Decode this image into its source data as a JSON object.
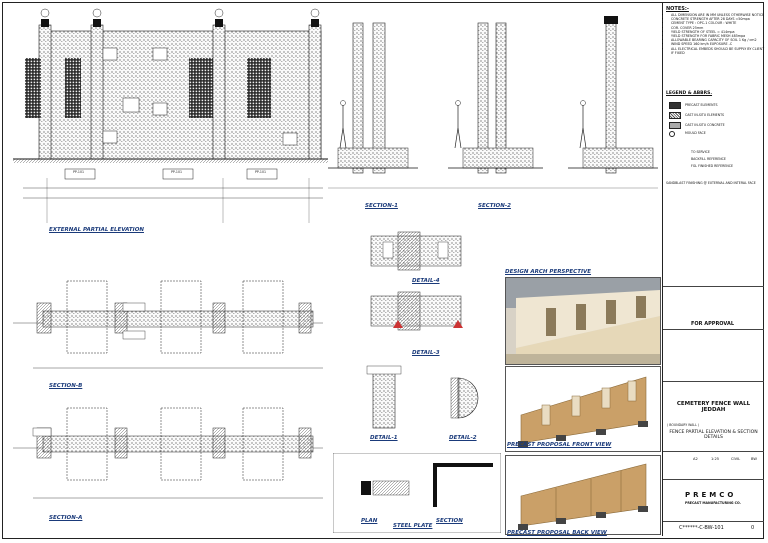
{
  "labels": {
    "external_partial_elevation": "EXTERNAL PARTIAL ELEVATION",
    "section_1": "SECTION-1",
    "section_2": "SECTION-2",
    "section_b": "SECTION-B",
    "section_a": "SECTION-A",
    "detail_4": "DETAIL-4",
    "detail_3": "DETAIL-3",
    "detail_1": "DETAIL-1",
    "detail_2": "DETAIL-2",
    "design_arch_perspective": "DESIGN ARCH PERSPECTIVE",
    "precast_front_view": "PRECAST PROPOSAL FRONT VIEW",
    "precast_back_view": "PRECAST PROPOSAL BACK VIEW",
    "plan": "PLAN",
    "steel_plate": "STEEL PLATE",
    "section": "SECTION",
    "pp_101": "PP-101"
  },
  "notes": {
    "title": "NOTES:-",
    "items": [
      "ALL DIMENSION ARE IN MM UNLESS OTHERWISE NOTICE",
      "CONCRETE STRENGTH AFTER 28 DAYS =50mpa",
      "CEMENT TYPE : OPC-1 COLOUR : WHITE",
      "COR. COVER 25mm",
      "YIELD STRENGTH OF STEEL = 414mpa",
      "YIELD STRENGTH FOR FABRIC MESH 485mpa",
      "ALLOWABLE BEARING CAPACITY OF SOIL 1 Kg / cm2",
      "WIND SPEED 160 km/h EXPOSURE -C",
      "ALL ELECTRICAL EMBEDS SHOULD BE SUPPLY BY CLIENT IF FIXED"
    ]
  },
  "legend": {
    "title": "LEGEND & ABBRS.",
    "items": [
      "PRECAST ELEMENTS",
      "CAST IN-SITU ELEMENTS",
      "CAST IN-SITU CONCRETE",
      "MOULD FACE"
    ],
    "levels": [
      "TO SERVICE",
      "BACKFILL REFERENCE",
      "FGL FINISHED REFERENCE"
    ],
    "sandblast": "SANDBLAST FINISHING @ EXTERNAL AND INTERAL FACE"
  },
  "title_block": {
    "status": "FOR APPROVAL",
    "project": "CEMETERY FENCE WALL JEDDAH",
    "drawing_title": "FENCE PARTIAL ELEVATION & SECTION DETAILS",
    "sheet_size": "A2",
    "scale": "1:25",
    "discipline": "CIVIL",
    "drawn": "BW",
    "company": "PREMCO",
    "company_sub": "PRECAST MANUFACTURING CO.",
    "drawing_no": "C******-C-BW-101",
    "revision": "0",
    "boundary": "( BOUNDARY WALL )"
  },
  "colors": {
    "ink": "#111111",
    "label_blue": "#1a3a7a",
    "concrete_hatch": "#8a8a8a",
    "sand": "#c9a76a",
    "wood": "#b98b55",
    "ground": "#3a3a3a"
  }
}
